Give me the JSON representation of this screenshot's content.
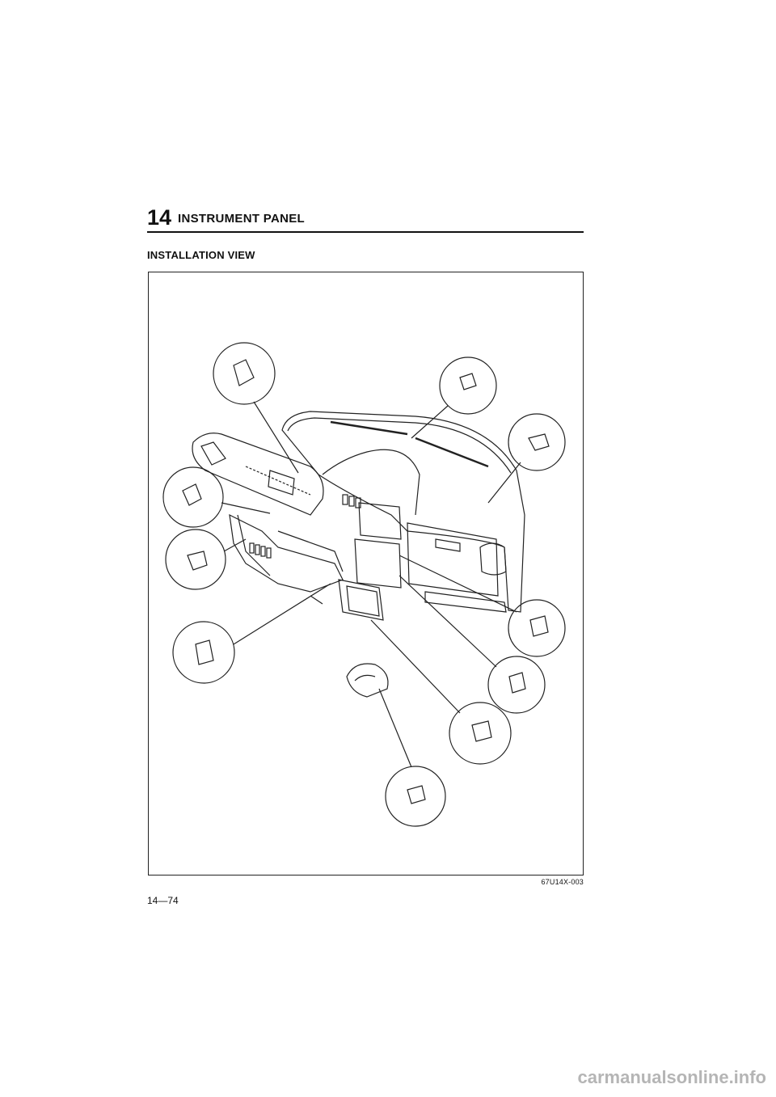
{
  "header": {
    "chapter_number": "14",
    "chapter_title": "INSTRUMENT PANEL"
  },
  "section": {
    "title": "INSTALLATION VIEW"
  },
  "figure": {
    "id": "67U14X-003"
  },
  "footer": {
    "page_number": "14—74",
    "watermark": "carmanualsonline.info"
  }
}
